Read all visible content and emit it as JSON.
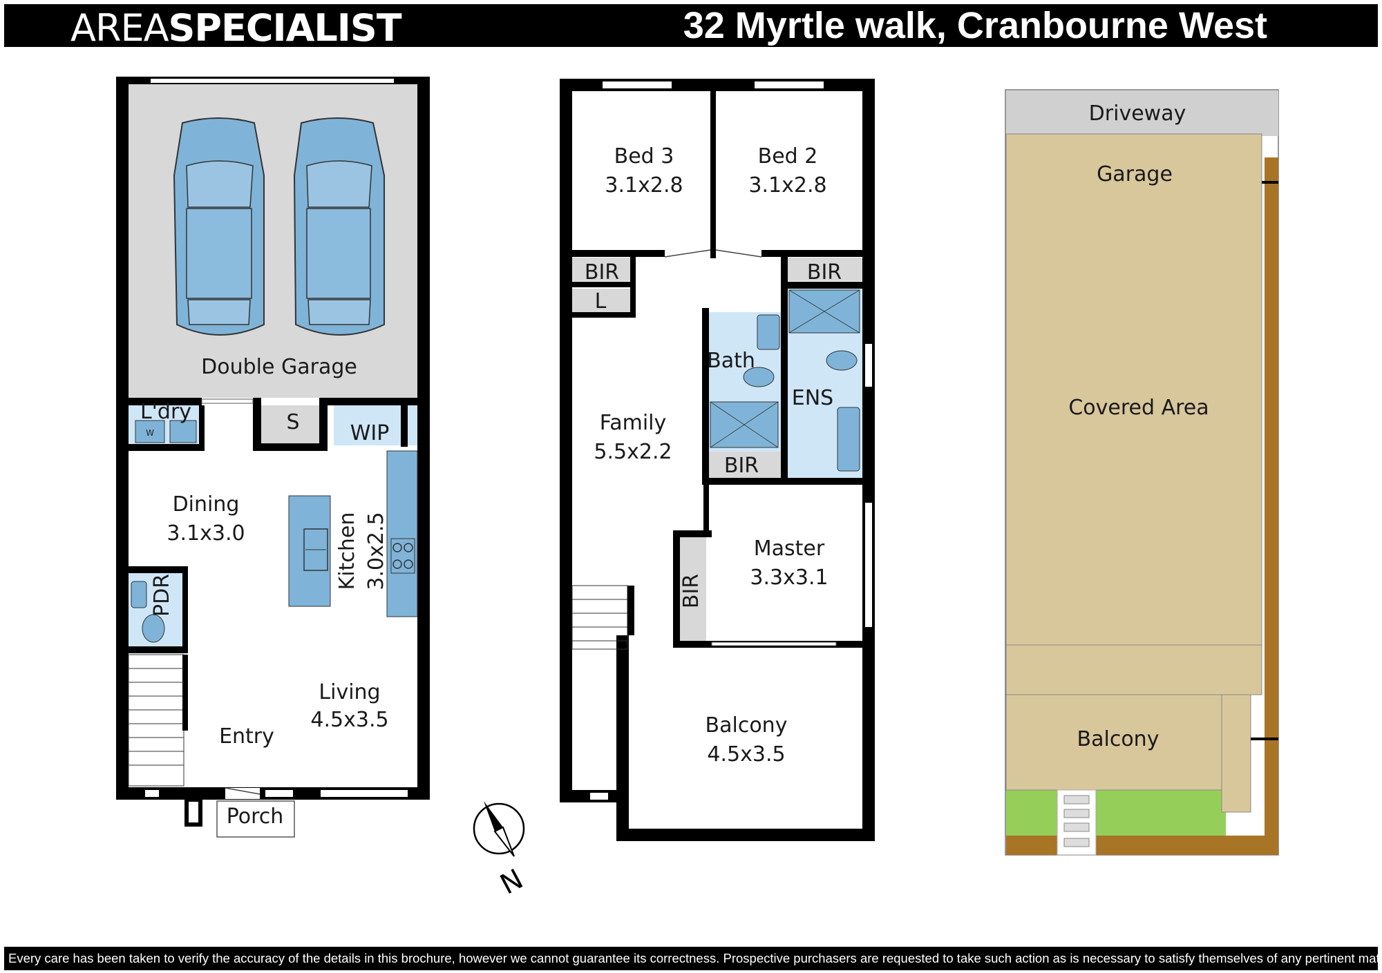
{
  "header": {
    "brand_light": "AREA",
    "brand_bold": "SPECIALIST",
    "address": "32 Myrtle walk, Cranbourne West"
  },
  "ground_floor": {
    "double_garage": "Double Garage",
    "laundry": "L'dry",
    "washer": "W",
    "storage": "S",
    "wip": "WIP",
    "dining": "Dining",
    "dining_size": "3.1x3.0",
    "kitchen": "Kitchen",
    "kitchen_size": "3.0x2.5",
    "powder": "PDR",
    "living": "Living",
    "living_size": "4.5x3.5",
    "entry": "Entry",
    "porch": "Porch"
  },
  "first_floor": {
    "bed3": "Bed 3",
    "bed3_size": "3.1x2.8",
    "bed2": "Bed 2",
    "bed2_size": "3.1x2.8",
    "bir": "BIR",
    "linen": "L",
    "bath": "Bath",
    "ensuite": "ENS",
    "family": "Family",
    "family_size": "5.5x2.2",
    "master": "Master",
    "master_size": "3.3x3.1",
    "balcony": "Balcony",
    "balcony_size": "4.5x3.5"
  },
  "site_plan": {
    "driveway": "Driveway",
    "garage": "Garage",
    "covered_area": "Covered Area",
    "balcony": "Balcony"
  },
  "compass": {
    "north": "N"
  },
  "footer": {
    "disclaimer": "Every care has been taken to verify the accuracy of the details in this brochure, however we cannot guarantee its correctness. Prospective purchasers are requested to take such action as is necessary to satisfy themselves of any pertinent matters."
  },
  "colors": {
    "wall": "#000000",
    "garage_floor": "#d8d8d8",
    "wet_area": "#cfe6f7",
    "fixture": "#7fb4d8",
    "cupboard": "#d8d8d8",
    "site_building": "#d9c79c",
    "site_fence": "#a87526",
    "site_lawn": "#95cf5a",
    "site_driveway": "#d0d0d0"
  }
}
